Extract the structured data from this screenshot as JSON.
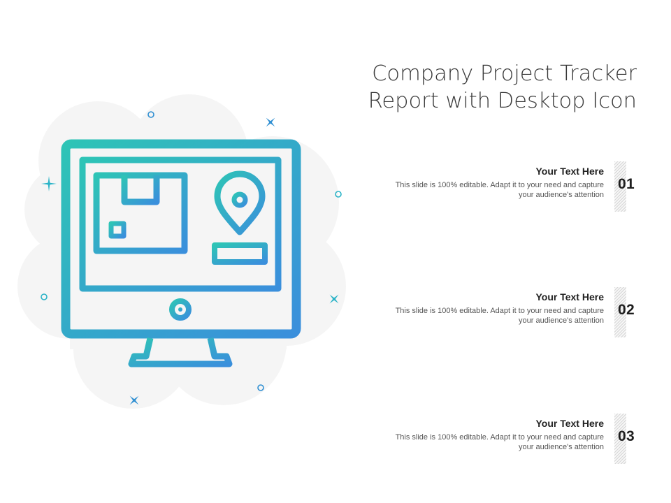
{
  "slide": {
    "title_line1": "Company Project Tracker",
    "title_line2": "Report with Desktop Icon"
  },
  "illustration": {
    "icon": "desktop-location-tracker-icon",
    "colors": {
      "gradient_start": "#2ec4b6",
      "gradient_end": "#3a8fdc",
      "blob": "#f5f5f5"
    }
  },
  "points": [
    {
      "number": "01",
      "heading": "Your Text Here",
      "desc_line1": "This slide is 100% editable. Adapt it to your need and capture",
      "desc_line2": "your audience's attention"
    },
    {
      "number": "02",
      "heading": "Your Text Here",
      "desc_line1": "This slide is 100% editable. Adapt it to your need and capture",
      "desc_line2": "your audience's attention"
    },
    {
      "number": "03",
      "heading": "Your Text Here",
      "desc_line1": "This slide is 100% editable. Adapt it to your need and capture",
      "desc_line2": "your audience's attention"
    }
  ]
}
